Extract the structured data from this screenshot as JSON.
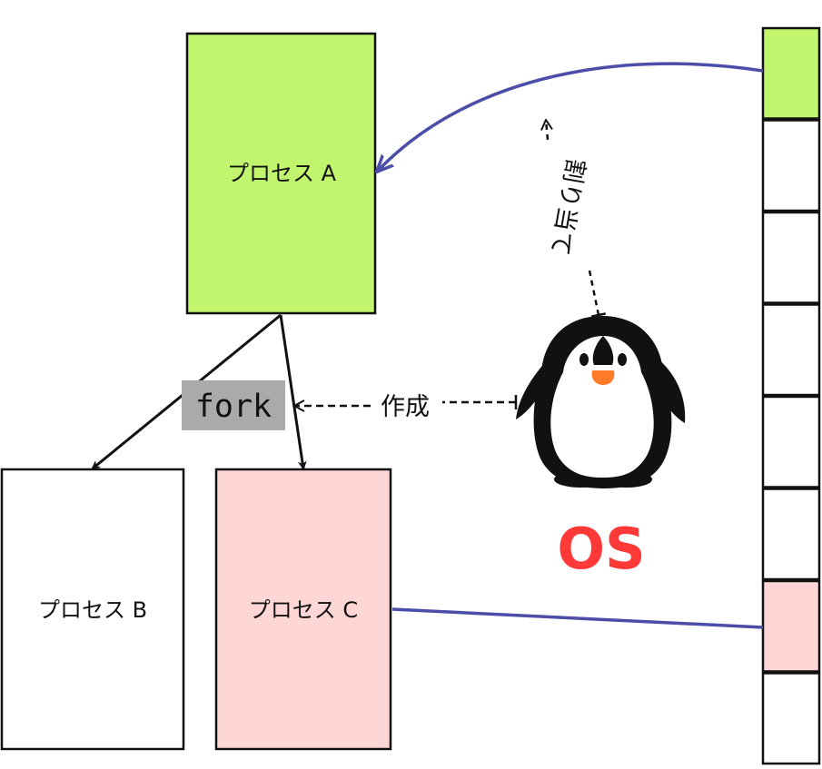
{
  "processes": {
    "a": {
      "label": "プロセス A",
      "color": "#c2f56e"
    },
    "b": {
      "label": "プロセス B",
      "color": "#ffffff"
    },
    "c": {
      "label": "プロセス C",
      "color": "#ffd6d6"
    }
  },
  "fork": {
    "label": "fork",
    "background": "#aaaaaa"
  },
  "arrows": {
    "create_label": "作成",
    "assign_label": "割り当て"
  },
  "os": {
    "label": "OS",
    "color": "#ff3838",
    "icon": "penguin-icon"
  },
  "memory": {
    "slot_colors": [
      "#c2f56e",
      "#ffffff",
      "#ffffff",
      "#ffffff",
      "#ffffff",
      "#ffffff",
      "#ffd6d6",
      "#ffffff"
    ]
  },
  "colors": {
    "link": "#4a4ea8",
    "outline": "#111111"
  }
}
